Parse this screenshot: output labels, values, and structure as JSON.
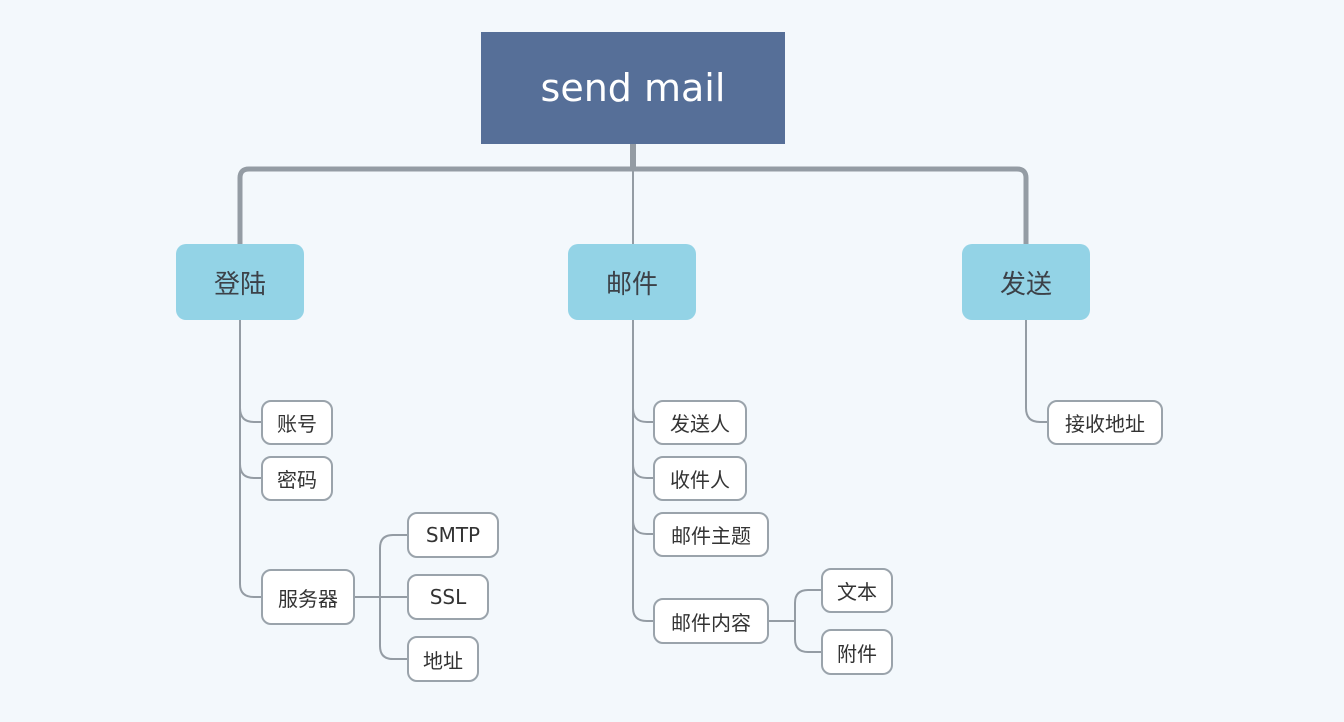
{
  "root": {
    "label": "send mail"
  },
  "branches": {
    "login": {
      "label": "登陆",
      "account": "账号",
      "password": "密码",
      "server": "服务器",
      "smtp": "SMTP",
      "ssl": "SSL",
      "address": "地址"
    },
    "mail": {
      "label": "邮件",
      "sender": "发送人",
      "recipient": "收件人",
      "subject": "邮件主题",
      "content": "邮件内容",
      "text": "文本",
      "attachment": "附件"
    },
    "send": {
      "label": "发送",
      "recipient_address": "接收地址"
    }
  },
  "colors": {
    "root_bg": "#566f98",
    "main_bg": "#93d3e6",
    "line": "#949ca4",
    "background": "#f3f8fc"
  }
}
